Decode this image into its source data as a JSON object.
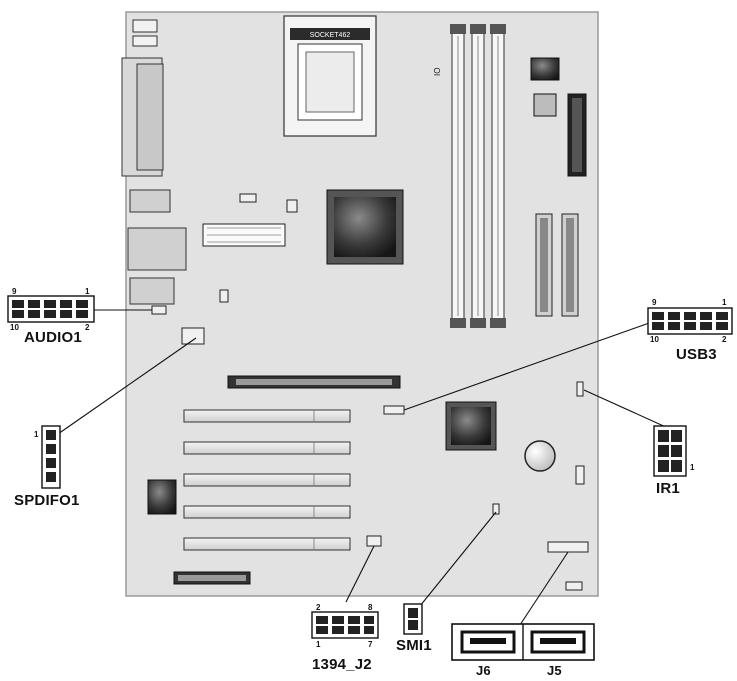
{
  "labels": {
    "audio1": "AUDIO1",
    "usb3": "USB3",
    "spdifo1": "SPDIFO1",
    "ir1": "IR1",
    "smi1": "SMI1",
    "j2_1394": "1394_J2",
    "j6": "J6",
    "j5": "J5"
  },
  "pins": {
    "audio1_top_left": "9",
    "audio1_top_right": "1",
    "audio1_bottom_left": "10",
    "audio1_bottom_right": "2",
    "usb3_top_left": "9",
    "usb3_top_right": "1",
    "usb3_bottom_left": "10",
    "usb3_bottom_right": "2",
    "spdifo1_pin": "1",
    "ir1_pin": "1",
    "j2_top_left": "2",
    "j2_top_right": "8",
    "j2_bottom_left": "1",
    "j2_bottom_right": "7"
  },
  "board_text": {
    "cpu_socket": "SOCKET462",
    "io_mark": "IO"
  },
  "colors": {
    "board": "#e2e2e2",
    "outline": "#111111",
    "chip": "#3a3a3a"
  }
}
